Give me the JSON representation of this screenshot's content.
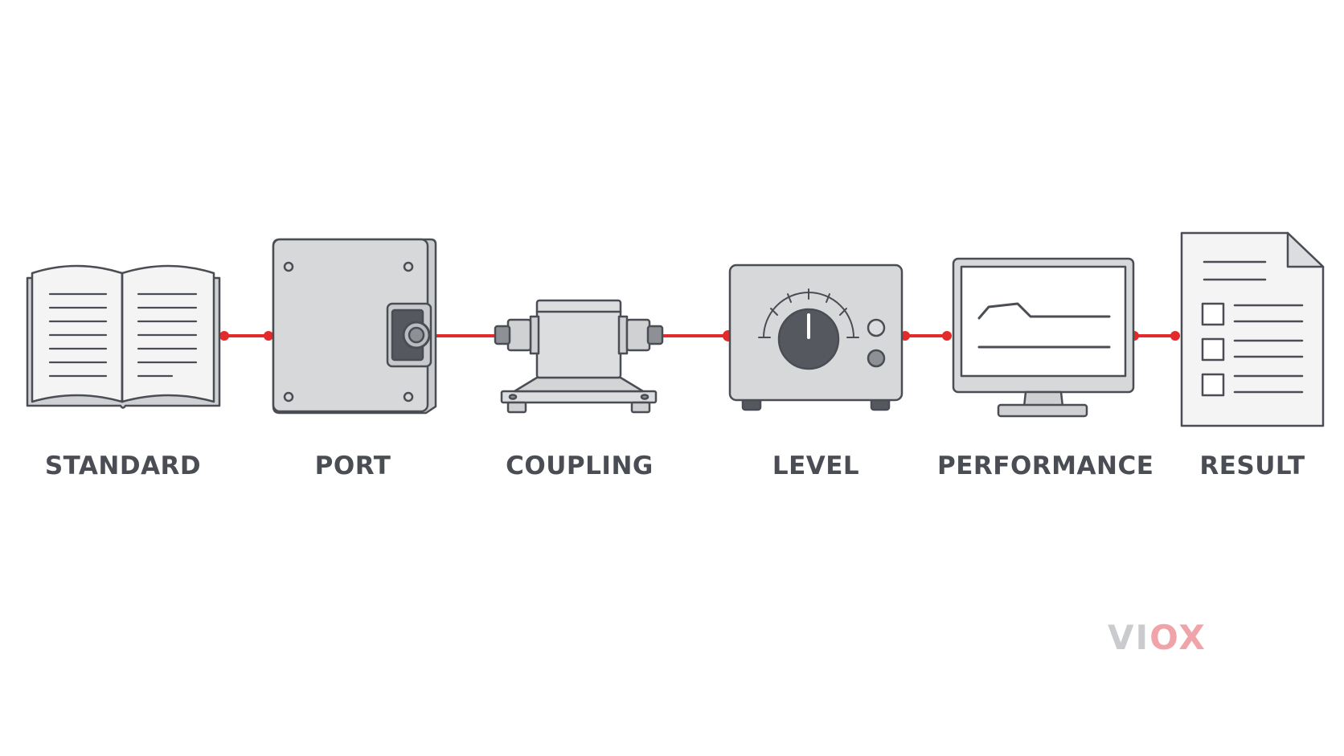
{
  "steps": [
    {
      "id": "standard",
      "label": "STANDARD",
      "icon": "open-book-icon"
    },
    {
      "id": "port",
      "label": "PORT",
      "icon": "port-enclosure-icon"
    },
    {
      "id": "coupling",
      "label": "COUPLING",
      "icon": "coupling-device-icon"
    },
    {
      "id": "level",
      "label": "LEVEL",
      "icon": "level-dial-icon"
    },
    {
      "id": "performance",
      "label": "PERFORMANCE",
      "icon": "monitor-icon"
    },
    {
      "id": "result",
      "label": "RESULT",
      "icon": "checklist-document-icon"
    }
  ],
  "logo": {
    "part1": "VI",
    "part2": "OX"
  },
  "colors": {
    "connector": "#e32b2b",
    "outline": "#4a4e54",
    "fill": "#dcdddf",
    "fill_dark": "#c8c9cc",
    "label": "#4a4e54"
  }
}
